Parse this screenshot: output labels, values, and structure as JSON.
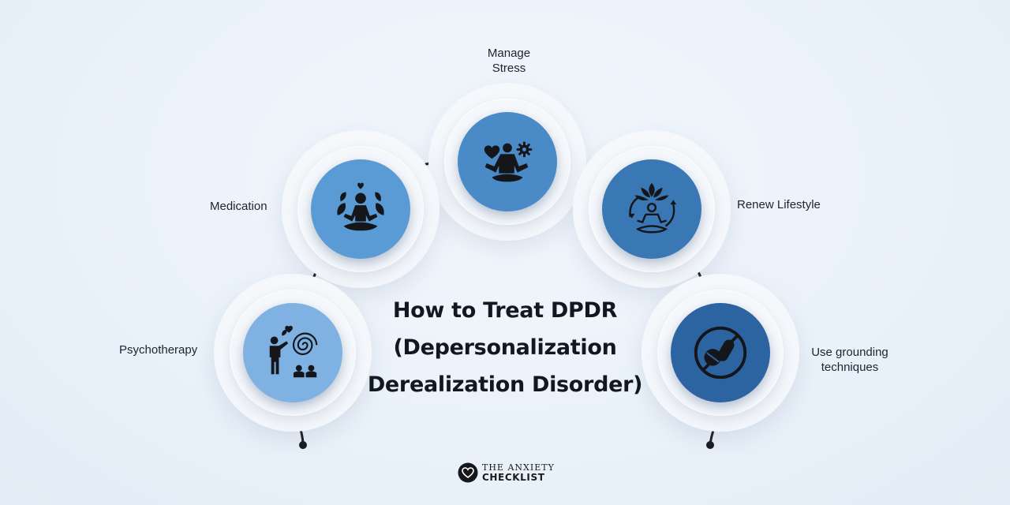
{
  "title": {
    "line1": "How to Treat DPDR",
    "line2": "(Depersonalization",
    "line3": "Derealization Disorder)"
  },
  "nodes": {
    "manage_stress": {
      "label_line1": "Manage",
      "label_line2": "Stress",
      "color": "#4a8ac7",
      "icon": "meditation-heart-gear-icon"
    },
    "medication": {
      "label": "Medication",
      "color": "#5b9bd5",
      "icon": "meditating-woman-leaves-icon"
    },
    "renew_lifestyle": {
      "label": "Renew Lifestyle",
      "color": "#3a77b5",
      "icon": "lotus-person-cycle-icon"
    },
    "psychotherapy": {
      "label": "Psychotherapy",
      "color": "#7fb1e2",
      "icon": "therapist-session-icon"
    },
    "grounding": {
      "label_line1": "Use grounding",
      "label_line2": "techniques",
      "color": "#2c64a2",
      "icon": "no-pills-icon"
    }
  },
  "logo": {
    "line1": "THE ANXIETY",
    "line2": "CHECKLIST",
    "icon": "heart-badge-icon"
  }
}
